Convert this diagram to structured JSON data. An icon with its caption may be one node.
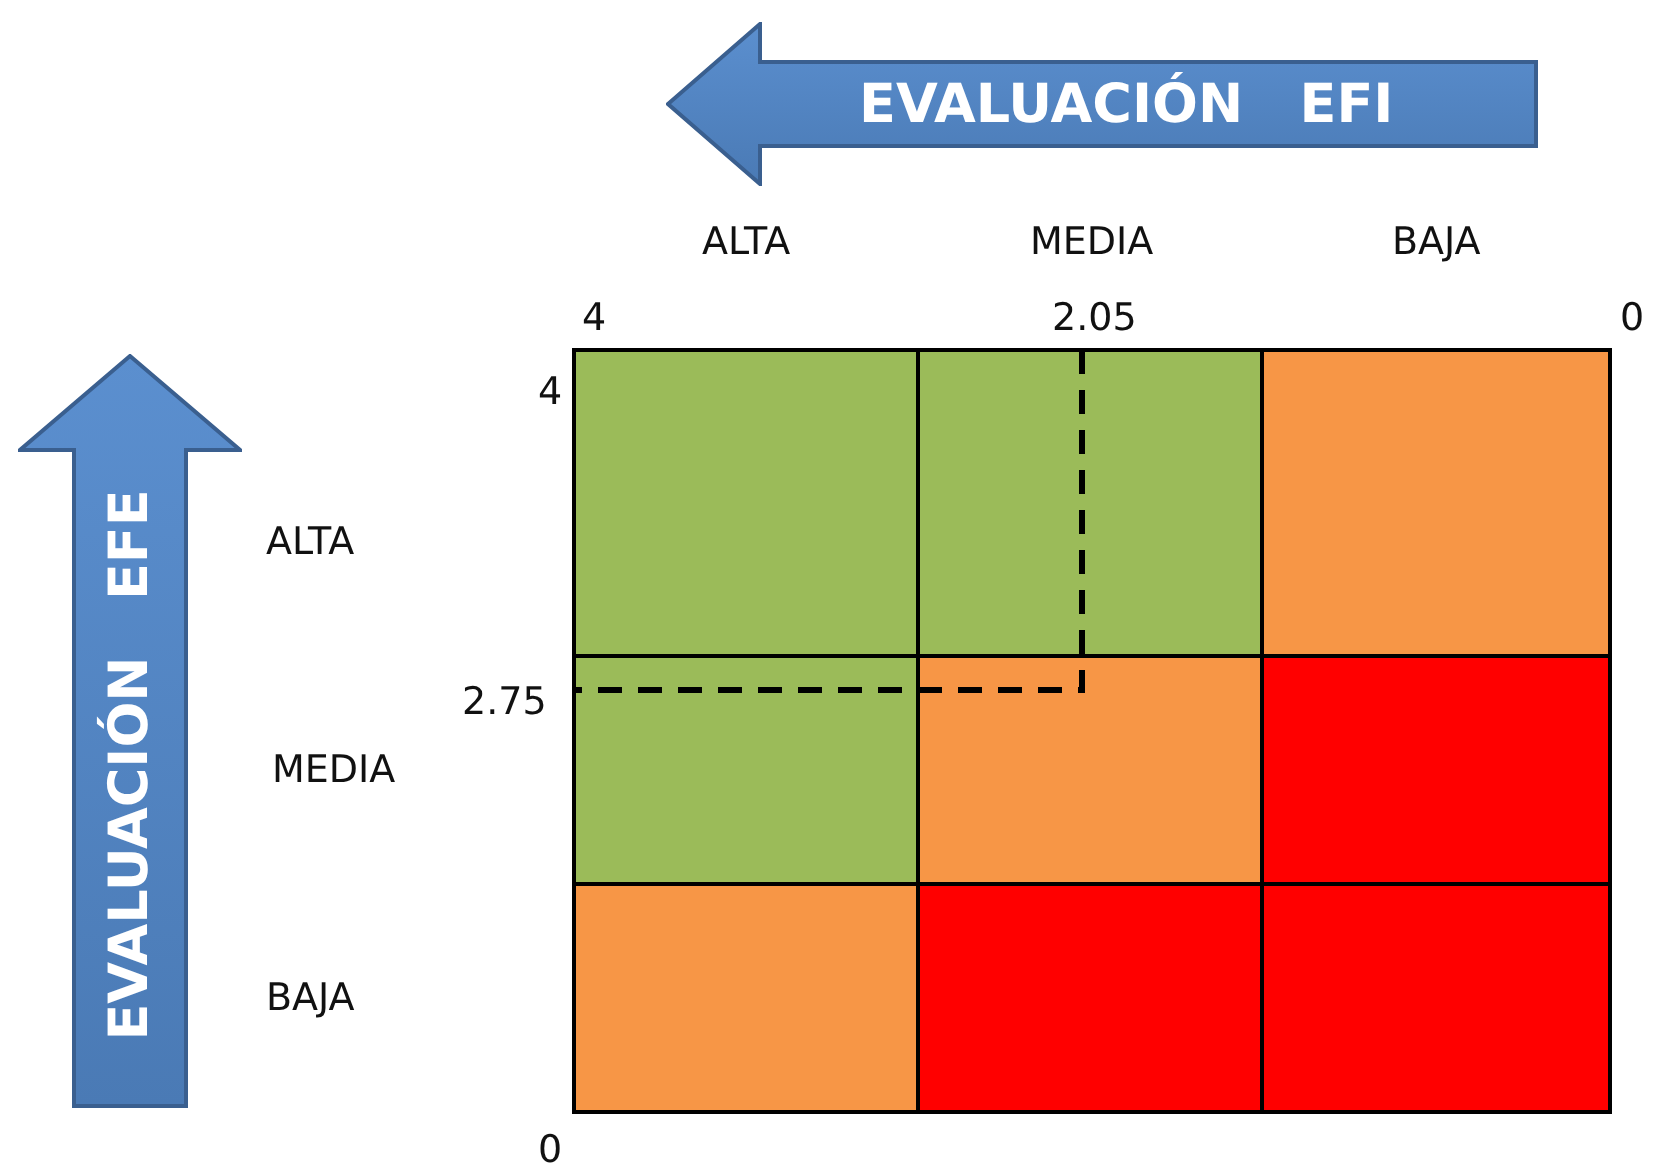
{
  "diagram": {
    "nodes": [
      {
        "text": [
          "EVALUACIÓN   EFI"
        ]
      },
      {
        "text": [
          "EVALUACIÓN   EFE"
        ]
      }
    ],
    "edges": [],
    "labels": [
      "ALTA",
      "MEDIA",
      "BAJA",
      "4",
      "2.05",
      "0",
      "4",
      "ALTA",
      "2.75",
      "MEDIA",
      "BAJA",
      "0"
    ]
  }
}
